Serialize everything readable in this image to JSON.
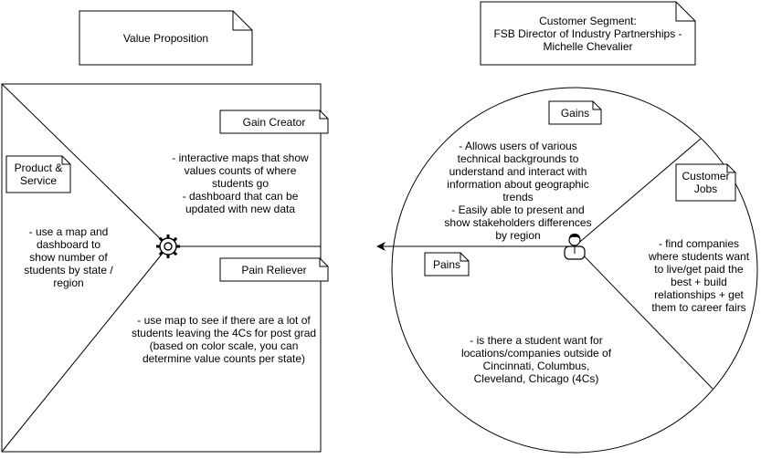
{
  "value_proposition": {
    "title": "Value Proposition",
    "product_service": {
      "label": "Product &\nService",
      "text": "- use a map and\ndashboard to\nshow number of\nstudents by state /\nregion"
    },
    "gain_creator": {
      "label": "Gain Creator",
      "text": "- interactive maps that show\nvalues counts of where\nstudents go\n- dashboard that can be\nupdated with new data"
    },
    "pain_reliever": {
      "label": "Pain Reliever",
      "text": "- use map to see if there are a lot of\nstudents leaving the 4Cs for post grad\n(based on color scale, you can\ndetermine value counts per state)"
    }
  },
  "customer_segment": {
    "title": "Customer Segment:\nFSB Director of Industry Partnerships -\nMichelle Chevalier",
    "gains": {
      "label": "Gains",
      "text": "- Allows users of various\ntechnical backgrounds to\nunderstand and interact with\ninformation about geographic\ntrends\n- Easily able to present and\nshow stakeholders differences\nby region"
    },
    "customer_jobs": {
      "label": "Customer\nJobs",
      "text": "- find companies\nwhere students want\nto live/get paid the\nbest + build\nrelationships + get\nthem to career fairs"
    },
    "pains": {
      "label": "Pains",
      "text": "- is there a student want for\nlocations/companies outside of\nCincinnati, Columbus,\nCleveland, Chicago (4Cs)"
    }
  },
  "icons": [
    "gear-icon",
    "person-icon"
  ]
}
